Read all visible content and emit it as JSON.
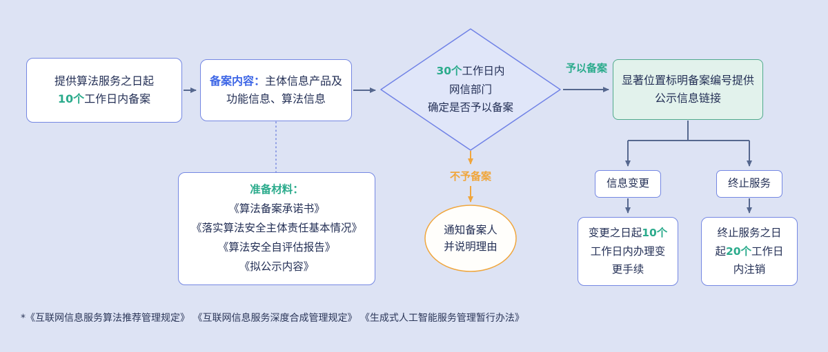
{
  "colors": {
    "background": "#dde3f4",
    "node_border_blue": "#7386e2",
    "diamond_fill": "#e0e6f9",
    "diamond_border": "#7082e6",
    "green_fill": "#e2f2ec",
    "green_border": "#4fa98b",
    "accent_teal": "#2bab8c",
    "accent_blue": "#3d66e6",
    "accent_orange": "#f0a63c",
    "arrow_slate": "#55678e",
    "text_dark": "#232f55"
  },
  "flow": {
    "start": {
      "line1": "提供算法服务之日起",
      "line2_accent": "10个",
      "line2_rest": "工作日内备案"
    },
    "content": {
      "label": "备案内容：",
      "line1_rest": "主体信息产品及",
      "line2": "功能信息、算法信息"
    },
    "materials": {
      "title": "准备材料：",
      "items": [
        "《算法备案承诺书》",
        "《落实算法安全主体责任基本情况》",
        "《算法安全自评估报告》",
        "《拟公示内容》"
      ]
    },
    "decision": {
      "line1_accent": "30个",
      "line1_rest": "工作日内",
      "line2": "网信部门",
      "line3": "确定是否予以备案"
    },
    "labels": {
      "approve": "予以备案",
      "reject": "不予备案"
    },
    "publish": {
      "line1": "显著位置标明备案编号提供",
      "line2": "公示信息链接"
    },
    "notify": {
      "line1": "通知备案人",
      "line2": "并说明理由"
    },
    "change": {
      "label": "信息变更"
    },
    "terminate": {
      "label": "终止服务"
    },
    "change_detail": {
      "pre": "变更之日起",
      "accent": "10个",
      "post": "工作日内办理变更手续"
    },
    "terminate_detail": {
      "pre": "终止服务之日起",
      "accent": "20个",
      "post": "工作日内注销"
    }
  },
  "footnote": {
    "text": "*《互联网信息服务算法推荐管理规定》 《互联网信息服务深度合成管理规定》 《生成式人工智能服务管理暂行办法》"
  }
}
